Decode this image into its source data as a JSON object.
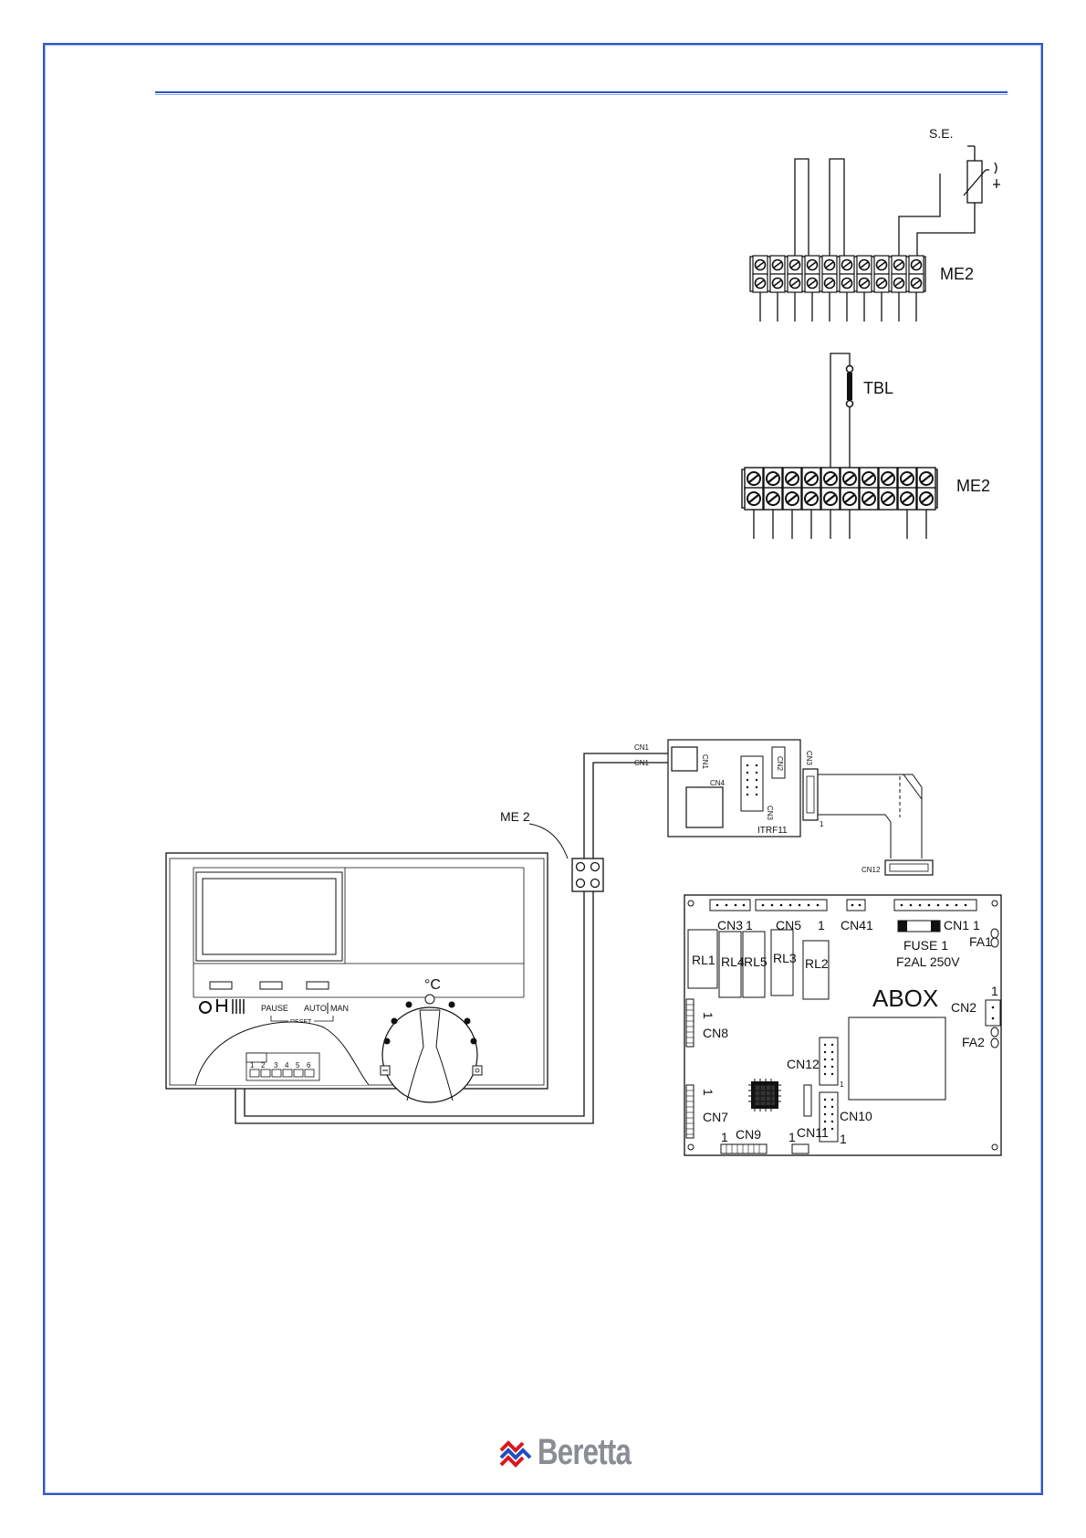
{
  "diagram1": {
    "sensor_label": "S.E.",
    "terminal_label": "ME2"
  },
  "diagram2": {
    "thermostat_label": "TBL",
    "terminal_label": "ME2"
  },
  "wiring": {
    "terminal_label": "ME 2",
    "itrf": {
      "name": "ITRF11",
      "wire_labels": [
        "CN1",
        "CN1"
      ],
      "connectors": [
        "CN1",
        "CN2",
        "CN3",
        "CN4",
        "CN3"
      ],
      "pin_one": "1"
    },
    "remote": {
      "temp_unit": "°C",
      "pause_label": "PAUSE",
      "auto_label": "AUTO",
      "man_label": "MAN",
      "reset_label": "RESET",
      "terminal_numbers": [
        "1",
        "2",
        "3",
        "4",
        "5",
        "6"
      ]
    },
    "abox": {
      "name": "ABOX",
      "cn12_cable": "CN12",
      "fuse_label": "FUSE 1",
      "fuse_rating": "F2AL 250V",
      "relays": [
        "RL1",
        "RL4",
        "RL5",
        "RL3",
        "RL2"
      ],
      "connectors": [
        "CN3",
        "CN5",
        "CN41",
        "CN1",
        "CN2",
        "CN8",
        "CN12",
        "CN7",
        "CN10",
        "CN9",
        "CN11"
      ],
      "fuse_holders": [
        "FA1",
        "FA2"
      ],
      "pin_one": "1"
    }
  },
  "logo": {
    "brand": "Beretta",
    "colors": [
      "#d71920",
      "#1f4fbf"
    ]
  }
}
